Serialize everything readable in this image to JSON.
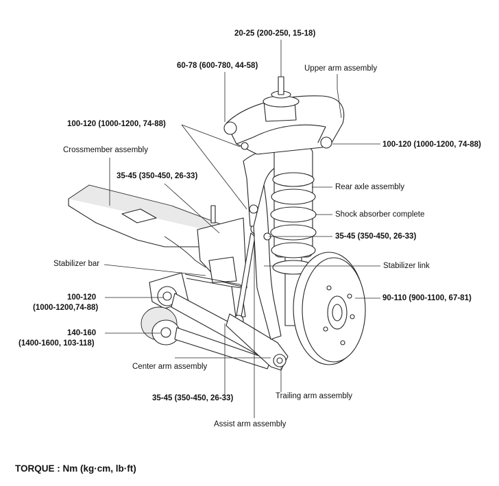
{
  "labels": {
    "upper_arm": "Upper arm assembly",
    "crossmember": "Crossmember assembly",
    "rear_axle": "Rear axle assembly",
    "shock_absorber": "Shock absorber complete",
    "stabilizer_bar": "Stabilizer bar",
    "stabilizer_link": "Stabilizer link",
    "center_arm": "Center arm assembly",
    "trailing_arm": "Trailing arm assembly",
    "assist_arm": "Assist arm assembly"
  },
  "torques": {
    "top_nut": "20-25  (200-250,  15-18)",
    "upper_arm_pivot": "60-78  (600-780,  44-58)",
    "upper_arm_left": "100-120  (1000-1200,  74-88)",
    "upper_arm_right": "100-120  (1000-1200,  74-88)",
    "crossmember_bolt": "35-45  (350-450,  26-33)",
    "stab_link_upper": "35-45  (350-450,  26-33)",
    "center_arm_top_l1": "100-120",
    "center_arm_top_l2": "(1000-1200,74-88)",
    "center_arm_bush_l1": "140-160",
    "center_arm_bush_l2": "(1400-1600,  103-118)",
    "wheel_hub": "90-110  (900-1100,  67-81)",
    "stab_link_lower": "35-45  (350-450,  26-33)"
  },
  "footer": "TORQUE  :  Nm  (kg·cm,  lb·ft)"
}
